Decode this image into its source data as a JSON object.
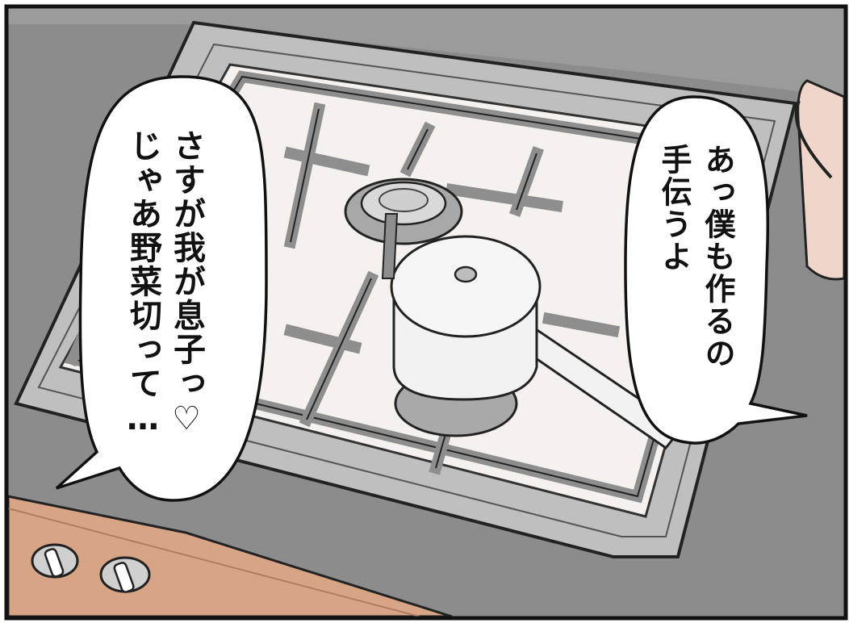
{
  "scene": {
    "description_free": true,
    "colors": {
      "counter": "#8f8f8f",
      "counter_shadow": "#777777",
      "stove_top": "#bdbdbd",
      "burner_plate": "#f3f0ee",
      "grate": "#9a9a9a",
      "pot": "#f2f2f2",
      "cabinet": "#d9a78a",
      "jug": "#f1d6cc",
      "outline": "#111111"
    }
  },
  "speech_bubbles": [
    {
      "id": "left",
      "lines": [
        "さすが我が息子っ♡",
        "じゃあ野菜切って…"
      ]
    },
    {
      "id": "right",
      "lines": [
        "あっ僕も作るの",
        "手伝うよ"
      ]
    }
  ],
  "icons": {
    "stove_knob_1": "stove-knob-icon",
    "stove_knob_2": "stove-knob-icon"
  }
}
